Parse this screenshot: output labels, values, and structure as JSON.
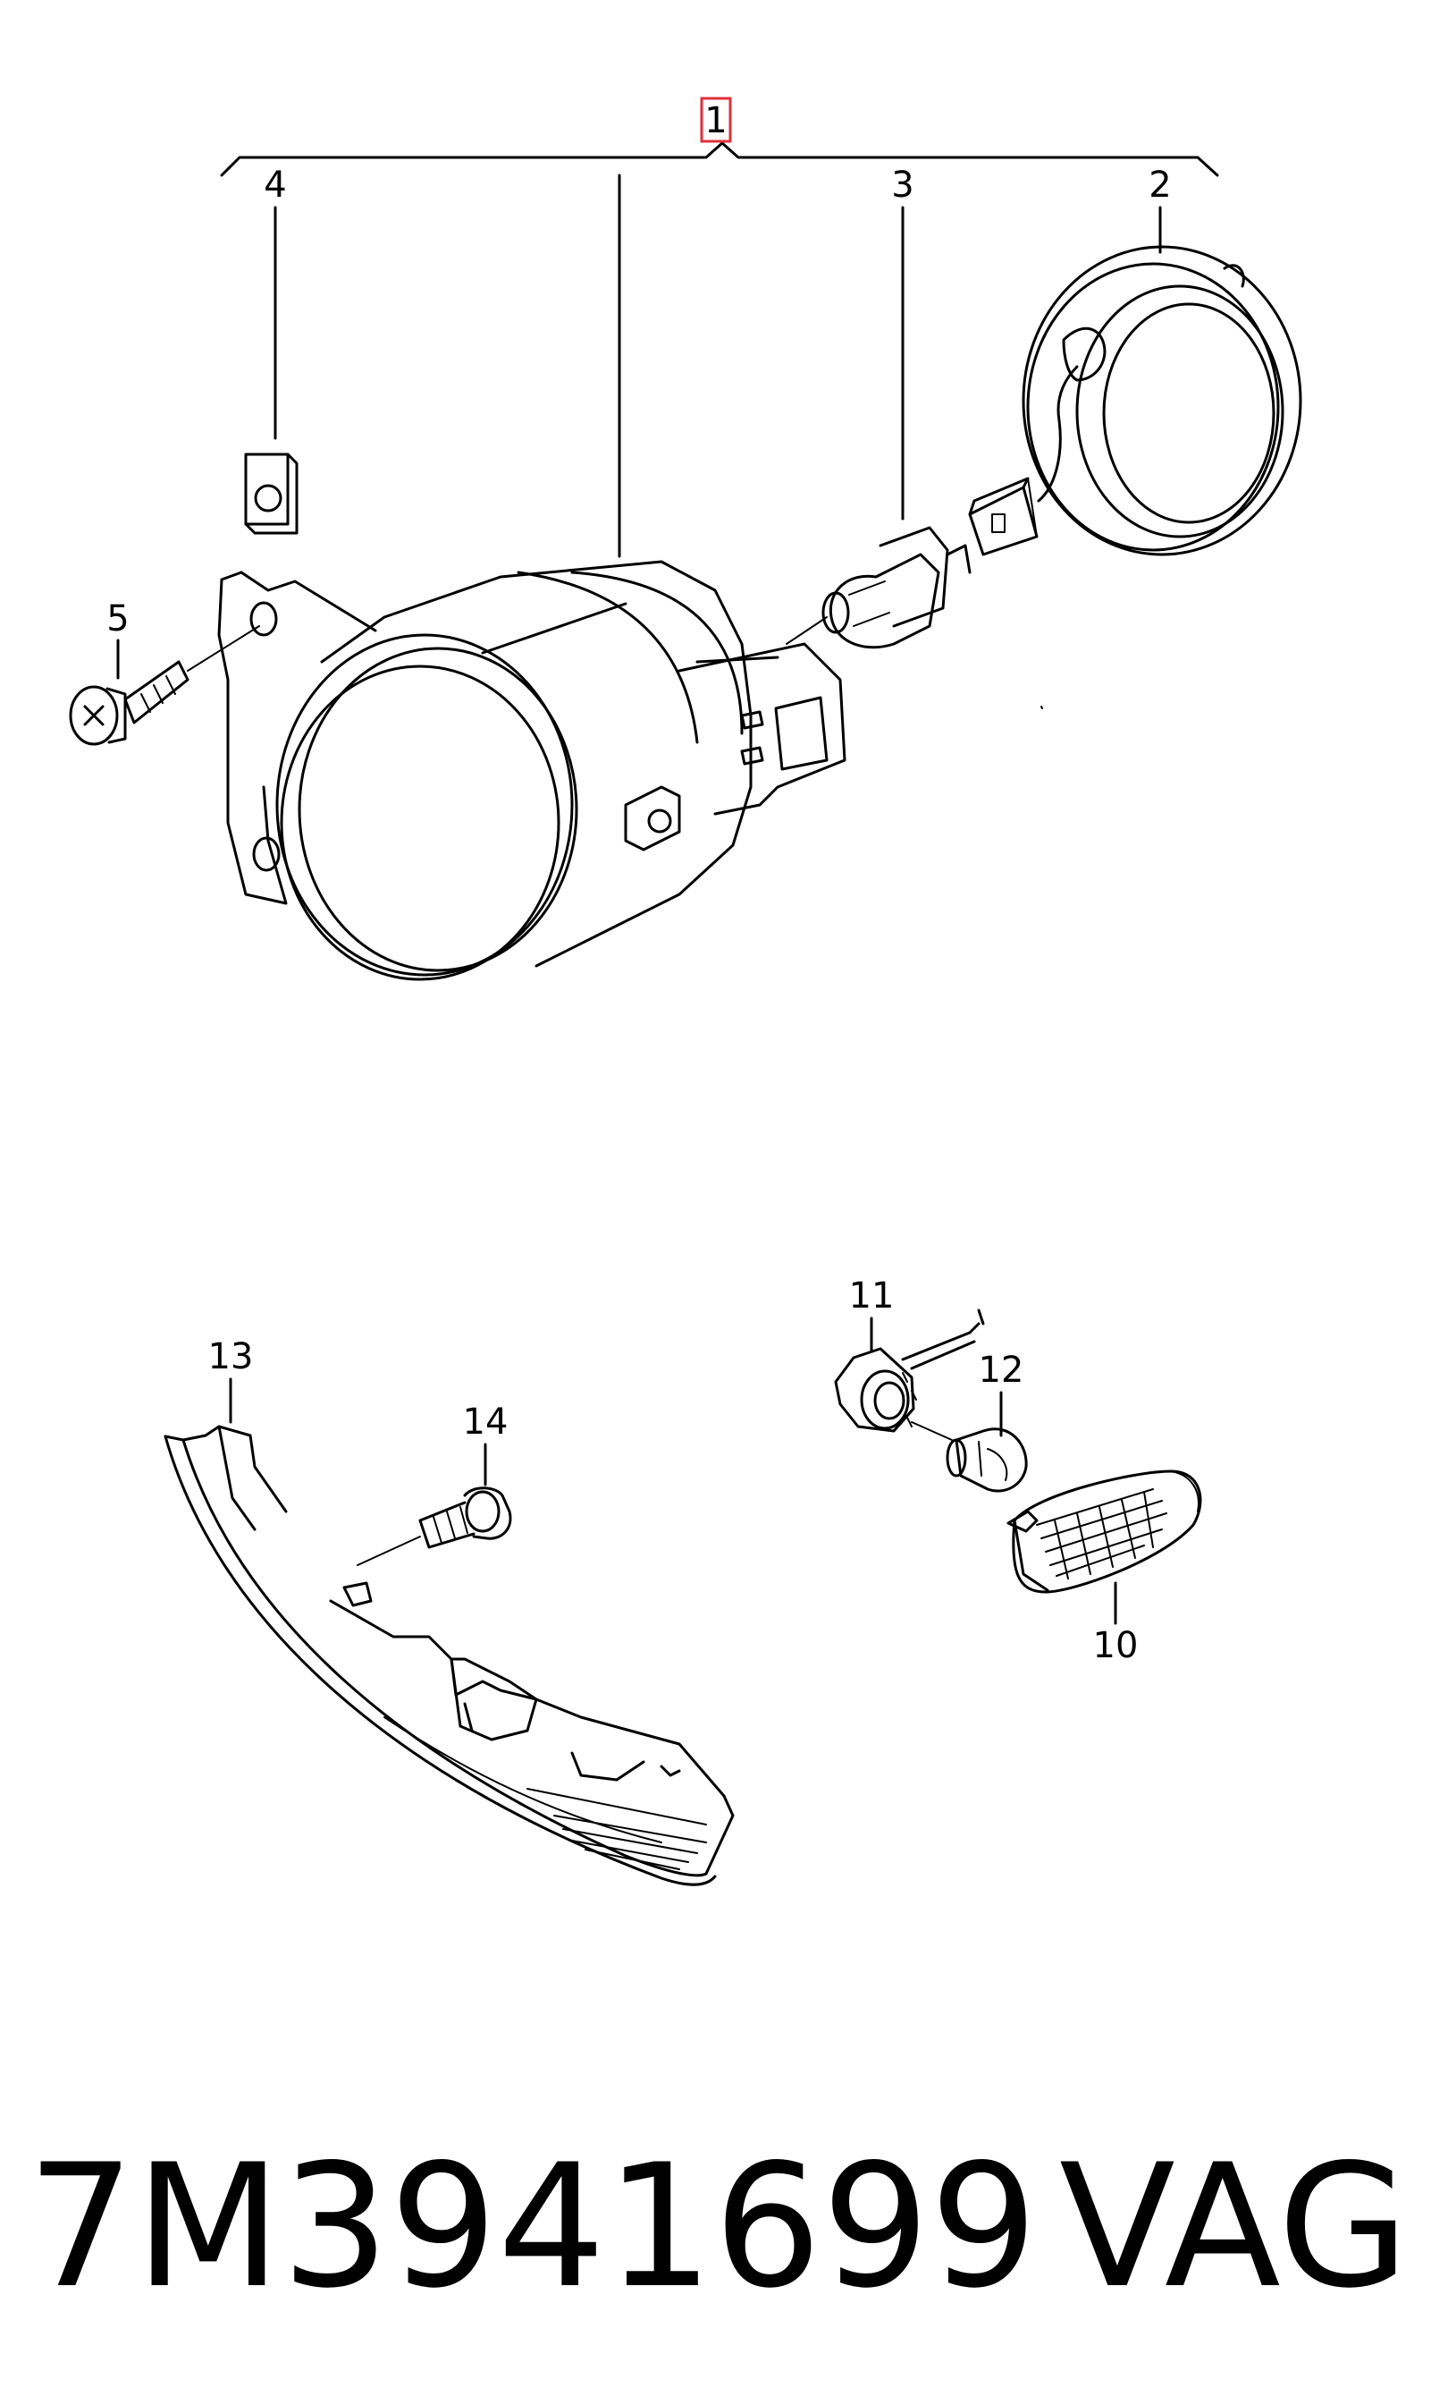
{
  "callouts": {
    "c1": "1",
    "c2": "2",
    "c3": "3",
    "c4": "4",
    "c5": "5",
    "c10": "10",
    "c11": "11",
    "c12": "12",
    "c13": "13",
    "c14": "14"
  },
  "highlight_color": "#e0303a",
  "footer": {
    "part_number": "7M3941699",
    "brand": "VAG"
  }
}
